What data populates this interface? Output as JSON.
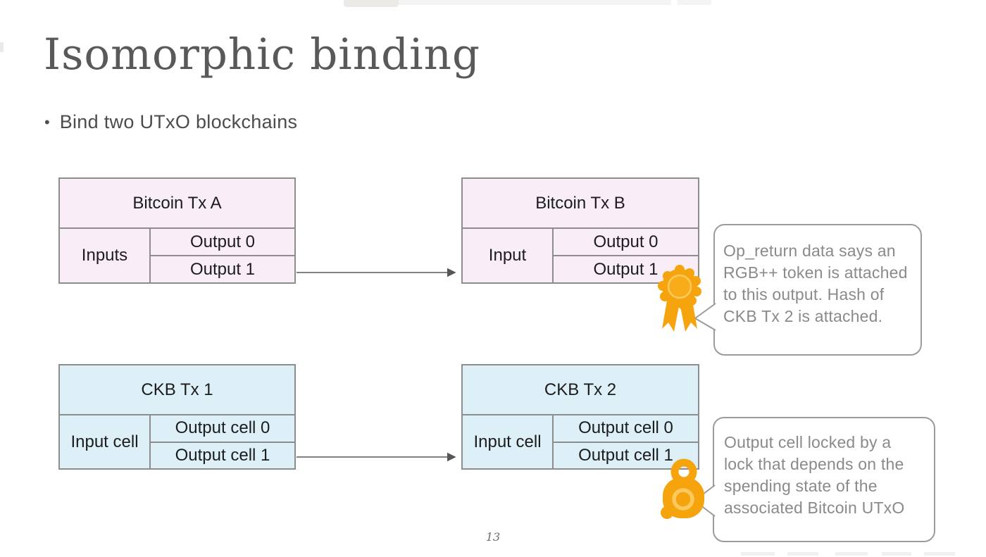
{
  "slide": {
    "title": "Isomorphic binding",
    "bullet_marker": "•",
    "bullet": "Bind two UTxO blockchains",
    "page_number": "13"
  },
  "colors": {
    "bitcoin_box_fill": "#f9edf8",
    "ckb_box_fill": "#ddf0f8",
    "box_border": "#8d8d8d",
    "accent_orange": "#f6a40d",
    "accent_orange_light": "#fcc95d",
    "callout_text": "#8a8a8a",
    "title_text": "#58595b",
    "arrow": "#55565a"
  },
  "boxes": [
    {
      "title": "Bitcoin Tx A",
      "input_label": "Inputs",
      "outputs": [
        "Output 0",
        "Output 1"
      ]
    },
    {
      "title": "Bitcoin Tx B",
      "input_label": "Input",
      "outputs": [
        "Output 0",
        "Output 1"
      ]
    },
    {
      "title": "CKB Tx 1",
      "input_label": "Input cell",
      "outputs": [
        "Output cell 0",
        "Output cell 1"
      ]
    },
    {
      "title": "CKB Tx 2",
      "input_label": "Input cell",
      "outputs": [
        "Output cell 0",
        "Output cell 1"
      ]
    }
  ],
  "callouts": [
    {
      "icon": "award-ribbon-icon",
      "text": "Op_return data says an RGB++ token is attached to this output. Hash of CKB Tx 2 is attached."
    },
    {
      "icon": "padlock-icon",
      "text": "Output cell locked by a lock that depends on the spending state of the associated Bitcoin UTxO"
    }
  ]
}
